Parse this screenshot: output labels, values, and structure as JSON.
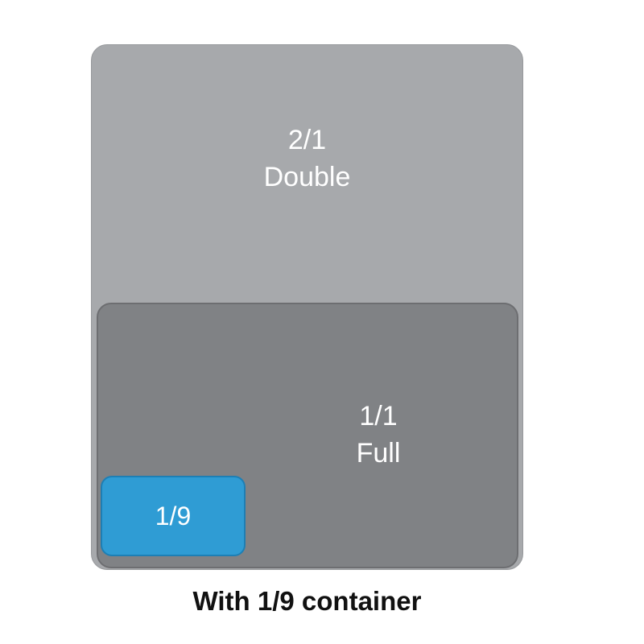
{
  "diagram": {
    "caption": "With 1/9 container",
    "pans": {
      "double": {
        "size": "2/1",
        "name": "Double"
      },
      "full": {
        "size": "1/1",
        "name": "Full"
      },
      "ninth": {
        "size": "1/9"
      }
    },
    "colors": {
      "background": "#ffffff",
      "double_fill": "#a7a9ac",
      "full_fill": "#808285",
      "ninth_fill": "#2f9cd4",
      "label_text": "#ffffff",
      "caption_text": "#111111"
    }
  }
}
